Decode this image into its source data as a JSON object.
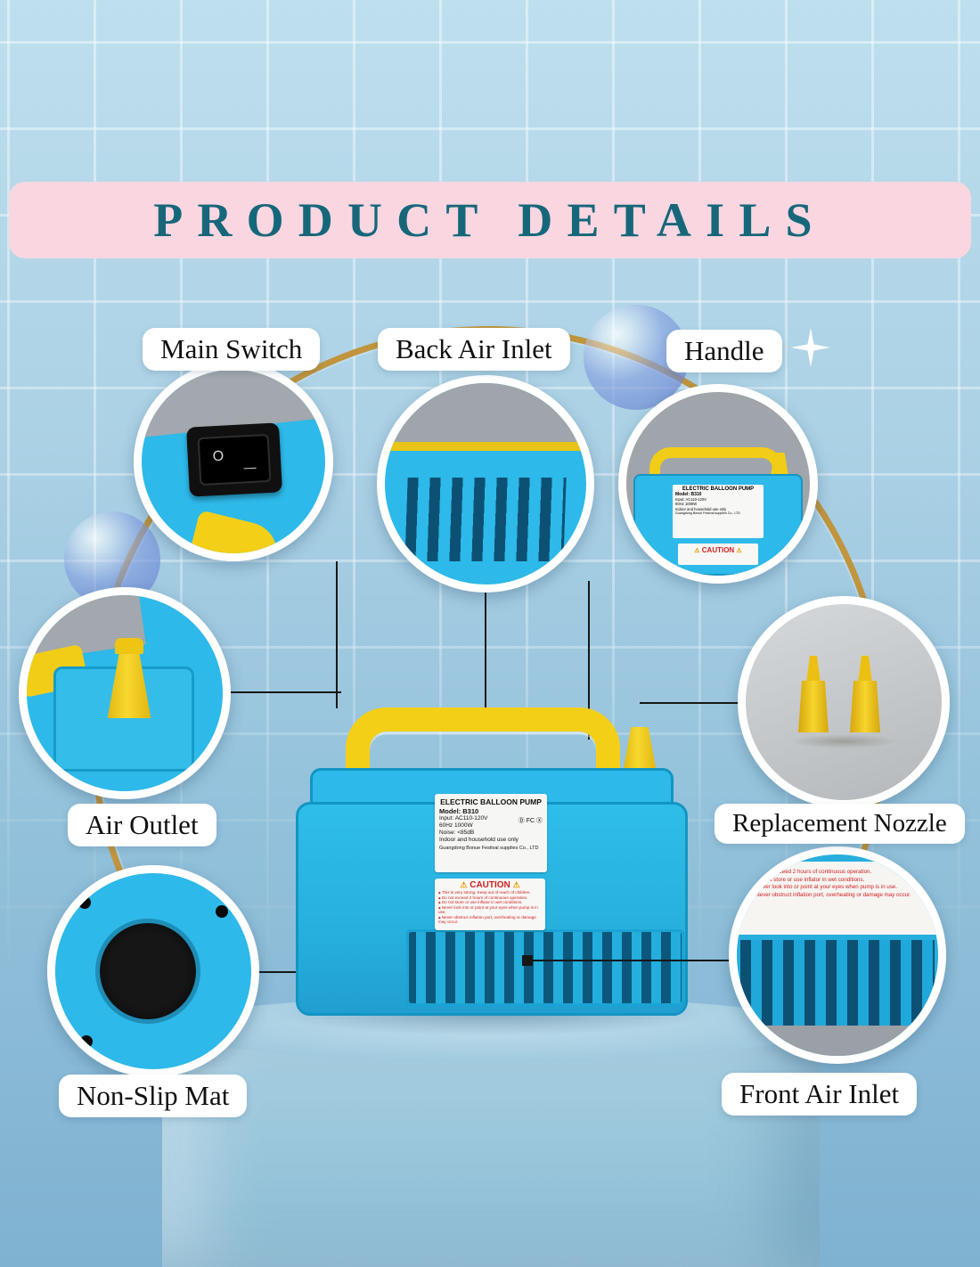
{
  "title": "PRODUCT DETAILS",
  "callouts": {
    "main_switch": {
      "label": "Main Switch"
    },
    "back_air_inlet": {
      "label": "Back Air Inlet"
    },
    "handle": {
      "label": "Handle"
    },
    "air_outlet": {
      "label": "Air Outlet"
    },
    "replacement_nozzle": {
      "label": "Replacement Nozzle"
    },
    "non_slip_mat": {
      "label": "Non-Slip Mat"
    },
    "front_air_inlet": {
      "label": "Front Air Inlet"
    }
  },
  "switch": {
    "on_symbol": "O",
    "off_symbol": "—"
  },
  "product_label": {
    "title": "ELECTRIC BALLOON PUMP",
    "model": "Model: B310",
    "input": "Input:  AC110-120V",
    "power": "60Hz  1000W",
    "certs": "Ⓓ FC Ⓧ",
    "noise": "Noise: <85dB",
    "use": "Indoor and household use only",
    "company": "Guangdong Bonue Festival supplies Co., LTD"
  },
  "caution": {
    "title": "CAUTION",
    "warn_icon": "⚠",
    "lines": [
      "This is very strong. Keep out of reach of children.",
      "Do not exceed 2 hours of continuous operation.",
      "Do not store or use inflator in wet conditions.",
      "Never look into or point at your eyes when pump is in use.",
      "Never obstruct inflation port, overheating or damage may occur."
    ]
  },
  "colors": {
    "banner_pink": "#f9d6e0",
    "title_teal": "#17677a",
    "ring_gold": "#c0953e",
    "pump_blue": "#2db9e9",
    "pump_blue_dark": "#1295c5",
    "pump_yellow": "#f4cf17",
    "label_red": "#cf1f1f"
  }
}
